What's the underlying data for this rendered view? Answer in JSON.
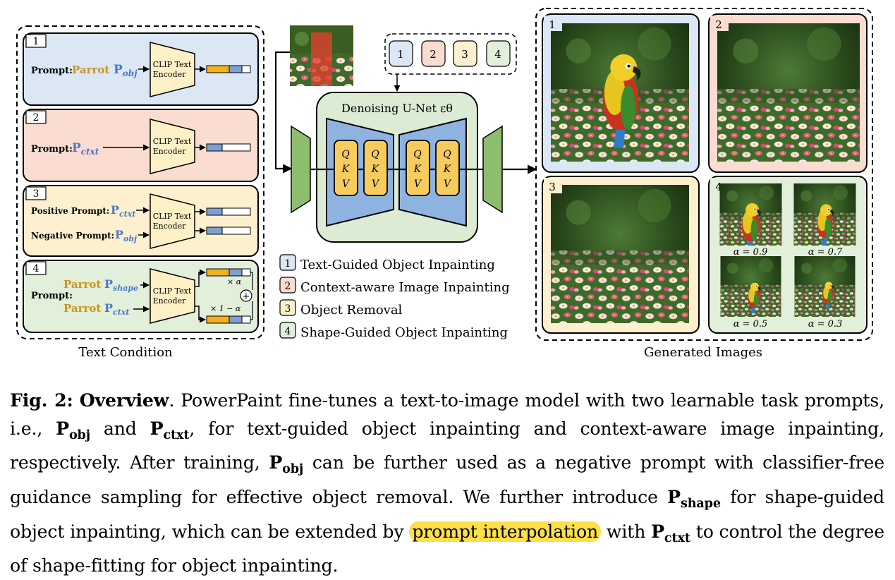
{
  "panels": {
    "p1": {
      "num": "1",
      "prompt_label": "Prompt:",
      "word": "Parrot",
      "token": "P",
      "token_sub": "obj"
    },
    "p2": {
      "num": "2",
      "prompt_label": "Prompt:",
      "token": "P",
      "token_sub": "ctxt"
    },
    "p3": {
      "num": "3",
      "pos_label": "Positive Prompt:",
      "neg_label": "Negative Prompt:",
      "token": "P",
      "pos_sub": "ctxt",
      "neg_sub": "obj"
    },
    "p4": {
      "num": "4",
      "prompt_label": "Prompt:",
      "word1": "Parrot",
      "word2": "Parrot",
      "token": "P",
      "sub1": "shape",
      "sub2": "ctxt",
      "w1": "× α",
      "w2": "× 1 − α",
      "plus": "+"
    }
  },
  "encoder": {
    "line1": "CLIP Text",
    "line2": "Encoder"
  },
  "text_condition_label": "Text Condition",
  "unet": {
    "title": "Denoising U-Net εθ",
    "qkv": [
      "Q",
      "K",
      "V"
    ]
  },
  "task_selector": [
    "1",
    "2",
    "3",
    "4"
  ],
  "tasks": [
    {
      "num": "1",
      "label": "Text-Guided Object Inpainting"
    },
    {
      "num": "2",
      "label": "Context-aware Image Inpainting"
    },
    {
      "num": "3",
      "label": "Object Removal"
    },
    {
      "num": "4",
      "label": "Shape-Guided Object Inpainting"
    }
  ],
  "generated": {
    "label": "Generated Images",
    "nums": [
      "1",
      "2",
      "3",
      "4"
    ],
    "alphas": [
      "α = 0.9",
      "α = 0.7",
      "α = 0.5",
      "α = 0.3"
    ]
  },
  "colors": {
    "blue": "#dbe7f5",
    "red": "#fadcd0",
    "yellow": "#fdf0cf",
    "green": "#e2efda",
    "enc": "#fdf0c4",
    "unet_bg": "#dcebd4",
    "unet_block": "#8fb3e0",
    "qkv": "#f6cc5e",
    "side": "#8fbd6e",
    "word": "#c8951e",
    "token": "#4a78c8",
    "highlight": "#fde047"
  },
  "caption": {
    "fig": "Fig. 2:",
    "bold": "Overview",
    "t1": ". PowerPaint fine-tunes a text-to-image model with two learnable task prompts, i.e., ",
    "P": "P",
    "obj": "obj",
    "ctxt": "ctxt",
    "shape": "shape",
    "t_and": " and ",
    "t2": ", for text-guided object inpainting and context-aware image inpainting, respectively. After training, ",
    "t3": " can be further used as a negative prompt with classifier-free guidance sampling for effective object removal. We further introduce ",
    "t4": " for shape-guided object inpainting, which can be extended by ",
    "hl": "prompt interpolation",
    "t5": " with ",
    "t6": " to control the degree of shape-fitting for object inpainting."
  }
}
